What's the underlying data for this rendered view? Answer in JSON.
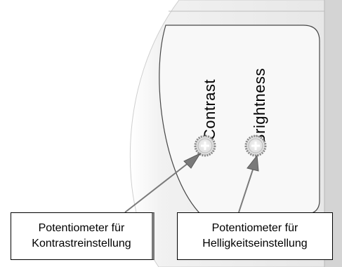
{
  "labels": {
    "contrast": "Contrast",
    "brightness": "Brightness"
  },
  "callouts": {
    "contrast": {
      "line1": "Potentiometer für",
      "line2": "Kontrastreinstellung"
    },
    "brightness": {
      "line1": "Potentiometer für",
      "line2": "Helligkeitseinstellung"
    }
  },
  "colors": {
    "panel_fill": "#ececec",
    "panel_inner": "#f9f9f9",
    "knob_ring": "#7d7d7d",
    "arrow": "#777777"
  }
}
